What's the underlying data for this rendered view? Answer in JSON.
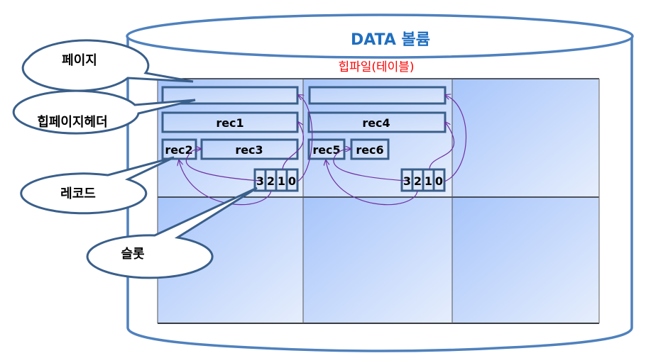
{
  "title": {
    "volume": "DATA 볼륨",
    "heapfile": "힙파일(테이블)"
  },
  "colors": {
    "outline": "#4f81bd",
    "box_border": "#3a5f8a",
    "title_blue": "#1f6fc0",
    "heapfile_red": "#ff0000",
    "arrow_purple": "#7030a0",
    "page_fill_start": "#a7c5fb",
    "page_fill_end": "#e3ecfc"
  },
  "callouts": [
    {
      "id": "page",
      "label": "페이지"
    },
    {
      "id": "heap-page-header",
      "label": "힙페이지헤더"
    },
    {
      "id": "record",
      "label": "레코드"
    },
    {
      "id": "slot",
      "label": "슬롯"
    }
  ],
  "pages": [
    {
      "records": [
        "rec1",
        "rec2",
        "rec3"
      ],
      "slots": [
        "3",
        "2",
        "1",
        "0"
      ]
    },
    {
      "records": [
        "rec4",
        "rec5",
        "rec6"
      ],
      "slots": [
        "3",
        "2",
        "1",
        "0"
      ]
    }
  ]
}
